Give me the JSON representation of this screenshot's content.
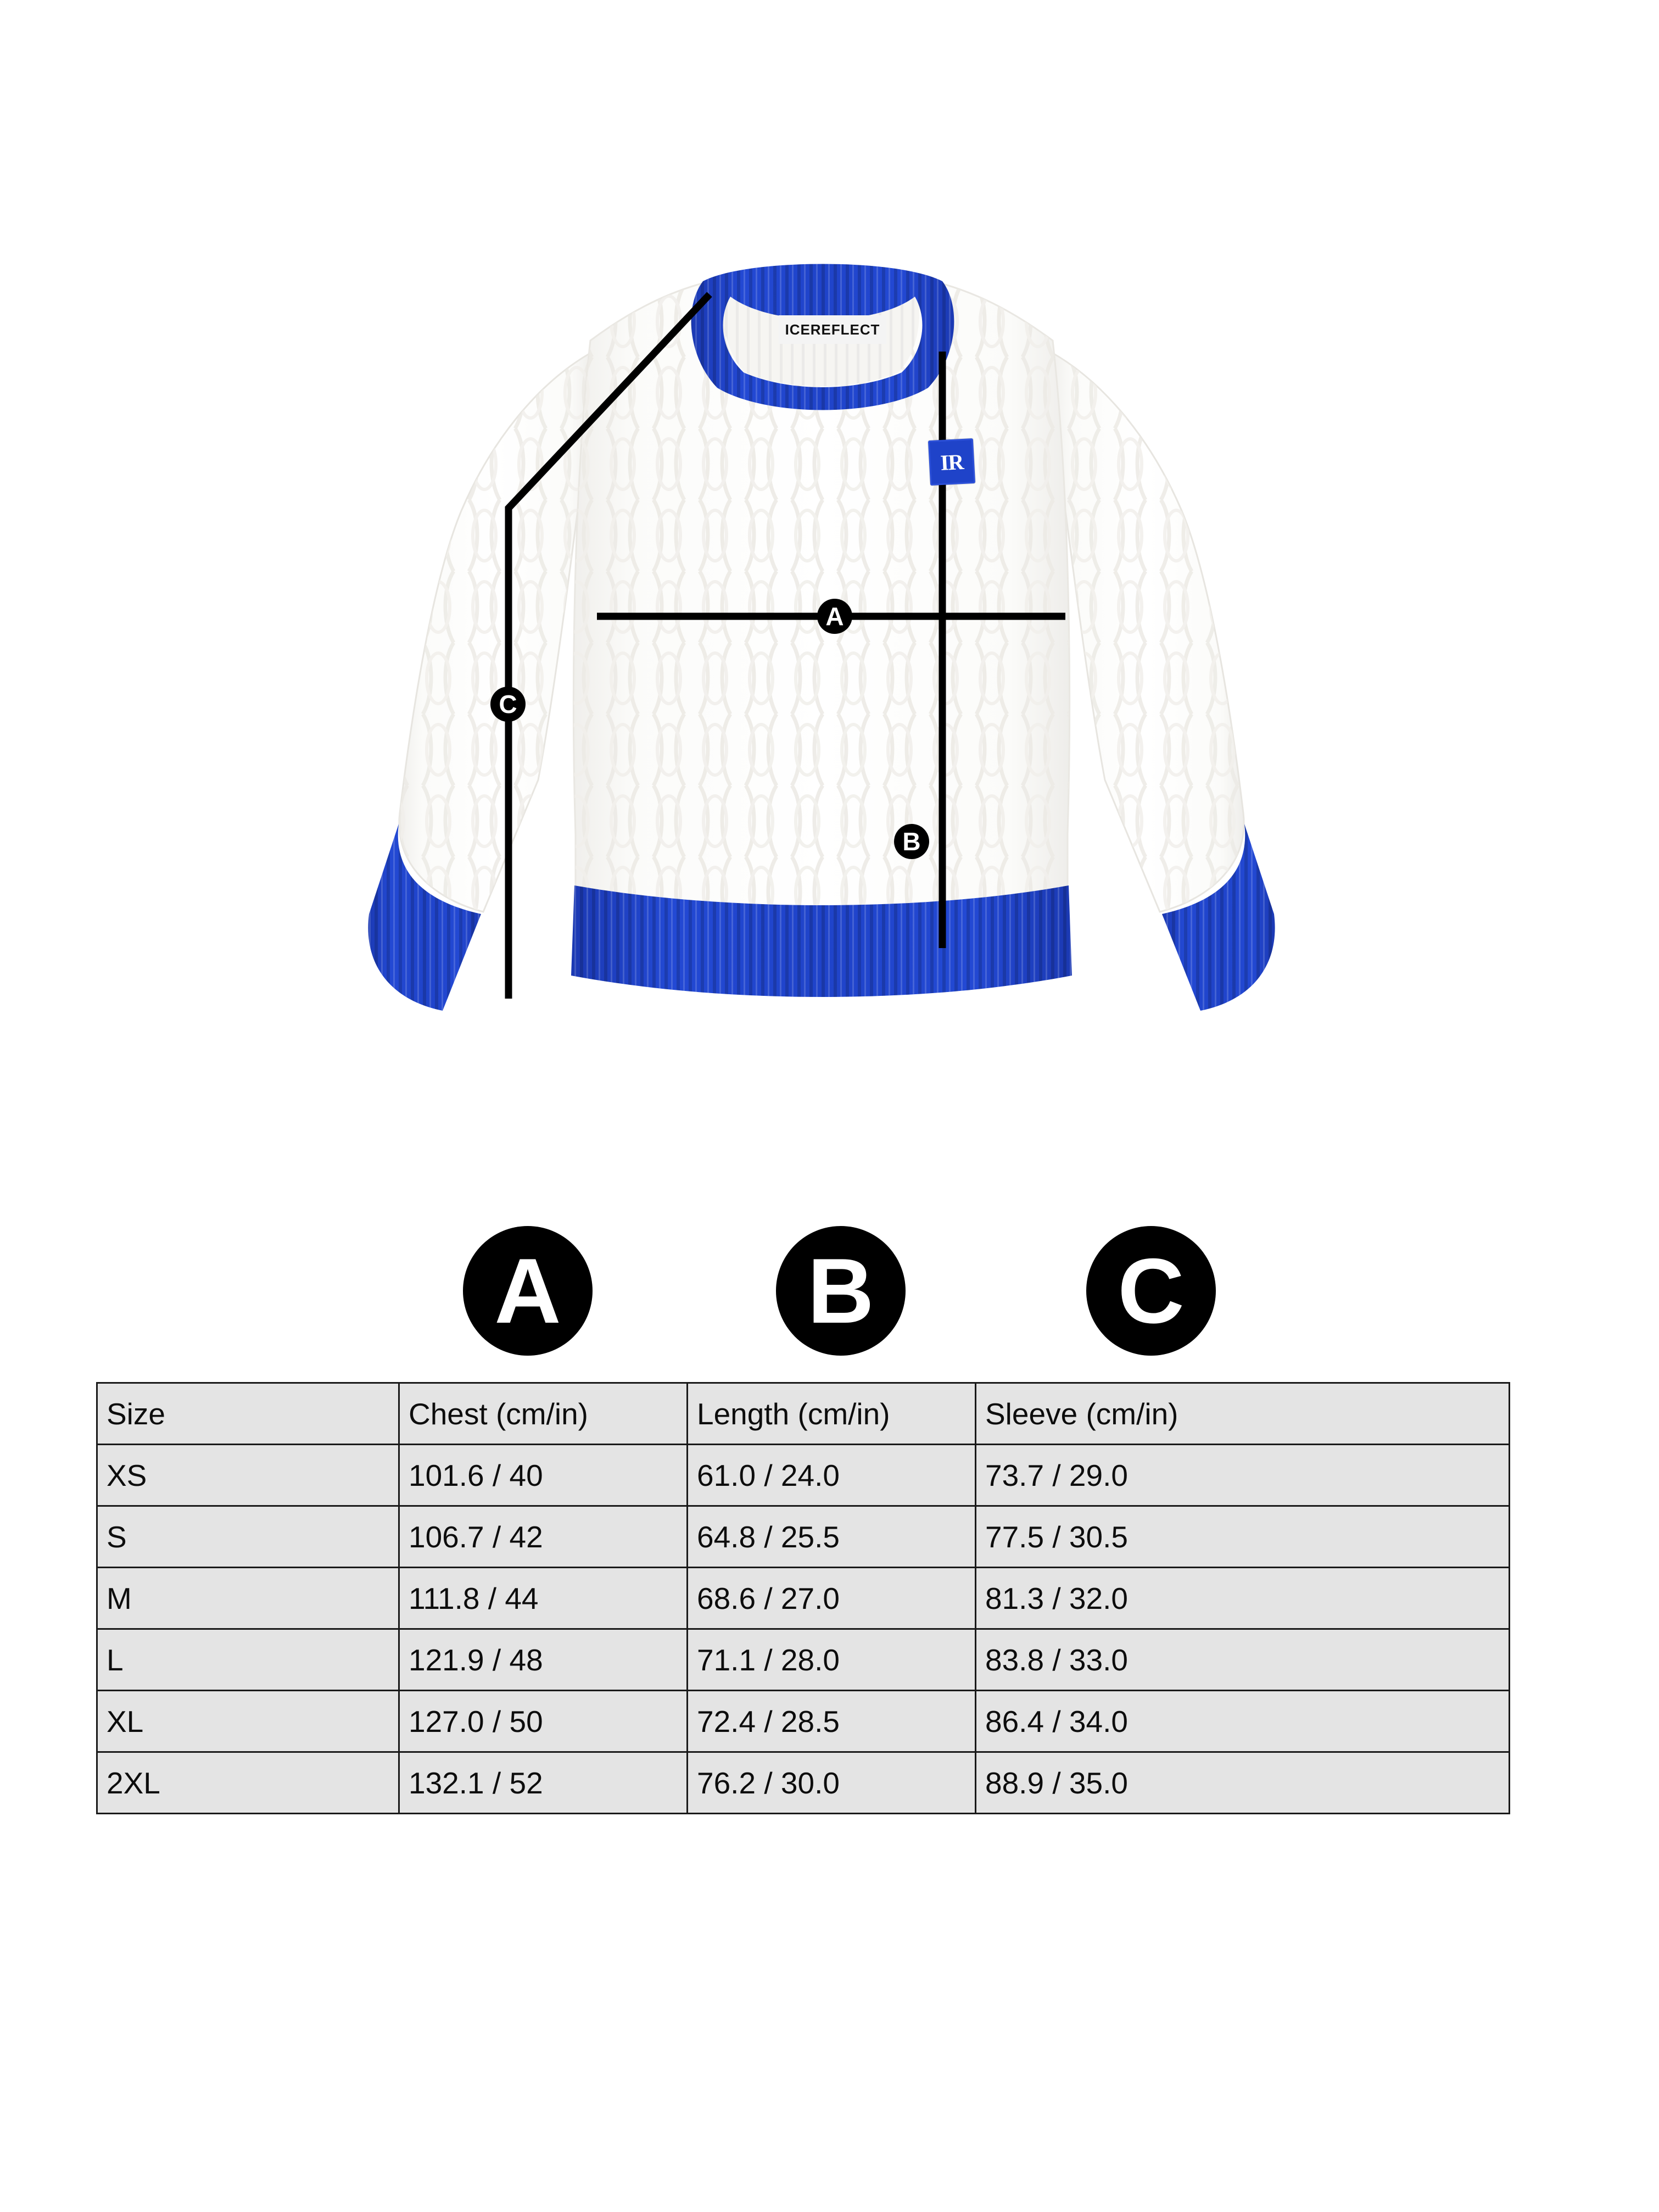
{
  "colors": {
    "brand_blue": "#1F43C9",
    "knit_white": "#FBFBF9",
    "line_black": "#000000",
    "table_fill": "#E4E4E4",
    "table_border": "#1A1A1A"
  },
  "garment": {
    "neck_label": "ICEREFLECT",
    "chest_patch": "IR",
    "markers": {
      "a": "A",
      "b": "B",
      "c": "C"
    }
  },
  "legend": {
    "a": "A",
    "b": "B",
    "c": "C"
  },
  "size_table": {
    "headers": [
      "Size",
      "Chest (cm/in)",
      "Length (cm/in)",
      "Sleeve (cm/in)"
    ],
    "rows": [
      {
        "size": "XS",
        "chest": "101.6 / 40",
        "length": "61.0 / 24.0",
        "sleeve": "73.7 / 29.0"
      },
      {
        "size": "S",
        "chest": "106.7 / 42",
        "length": "64.8 / 25.5",
        "sleeve": "77.5 / 30.5"
      },
      {
        "size": "M",
        "chest": "111.8 / 44",
        "length": "68.6 / 27.0",
        "sleeve": "81.3 / 32.0"
      },
      {
        "size": "L",
        "chest": "121.9 / 48",
        "length": "71.1 / 28.0",
        "sleeve": "83.8 / 33.0"
      },
      {
        "size": "XL",
        "chest": "127.0 / 50",
        "length": "72.4 / 28.5",
        "sleeve": "86.4 / 34.0"
      },
      {
        "size": "2XL",
        "chest": "132.1 / 52",
        "length": "76.2 / 30.0",
        "sleeve": "88.9 / 35.0"
      }
    ]
  }
}
